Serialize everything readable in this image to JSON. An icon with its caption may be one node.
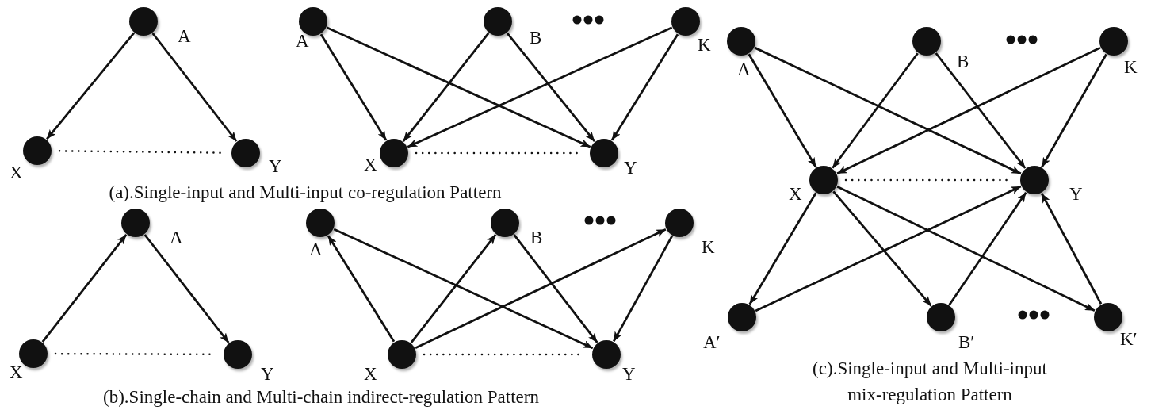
{
  "diagram": {
    "nodes": [
      {
        "text": [],
        "shape": "circle",
        "beside": [
          "A"
        ]
      },
      {
        "text": [],
        "shape": "circle",
        "beside": [
          "X"
        ]
      },
      {
        "text": [],
        "shape": "circle",
        "beside": [
          "Y"
        ]
      },
      {
        "text": [],
        "shape": "circle",
        "beside": [
          "A"
        ]
      },
      {
        "text": [],
        "shape": "circle",
        "beside": [
          "B"
        ]
      },
      {
        "text": [],
        "shape": "circle",
        "beside": [
          "K"
        ]
      },
      {
        "text": [],
        "shape": "circle",
        "beside": [
          "X"
        ]
      },
      {
        "text": [],
        "shape": "circle",
        "beside": [
          "Y"
        ]
      },
      {
        "text": [],
        "shape": "circle",
        "beside": [
          "A"
        ]
      },
      {
        "text": [],
        "shape": "circle",
        "beside": [
          "X"
        ]
      },
      {
        "text": [],
        "shape": "circle",
        "beside": [
          "Y"
        ]
      },
      {
        "text": [],
        "shape": "circle",
        "beside": [
          "A"
        ]
      },
      {
        "text": [],
        "shape": "circle",
        "beside": [
          "B"
        ]
      },
      {
        "text": [],
        "shape": "circle",
        "beside": [
          "K"
        ]
      },
      {
        "text": [],
        "shape": "circle",
        "beside": [
          "X"
        ]
      },
      {
        "text": [],
        "shape": "circle",
        "beside": [
          "Y"
        ]
      },
      {
        "text": [],
        "shape": "circle",
        "beside": [
          "A"
        ]
      },
      {
        "text": [],
        "shape": "circle",
        "beside": [
          "B"
        ]
      },
      {
        "text": [],
        "shape": "circle",
        "beside": [
          "K"
        ]
      },
      {
        "text": [],
        "shape": "circle",
        "beside": [
          "X"
        ]
      },
      {
        "text": [],
        "shape": "circle",
        "beside": [
          "Y"
        ]
      },
      {
        "text": [],
        "shape": "circle",
        "beside": [
          "A′"
        ]
      },
      {
        "text": [],
        "shape": "circle",
        "beside": [
          "B′"
        ]
      },
      {
        "text": [],
        "shape": "circle",
        "beside": [
          "K′"
        ]
      }
    ],
    "edges": [
      {
        "from": 0,
        "to": 1,
        "arrow": "to"
      },
      {
        "from": 0,
        "to": 2,
        "arrow": "to"
      },
      {
        "from": 1,
        "to": 2,
        "arrow": "none",
        "style": "dashed"
      },
      {
        "from": 3,
        "to": 6,
        "arrow": "to"
      },
      {
        "from": 3,
        "to": 7,
        "arrow": "to"
      },
      {
        "from": 4,
        "to": 6,
        "arrow": "to"
      },
      {
        "from": 4,
        "to": 7,
        "arrow": "to"
      },
      {
        "from": 5,
        "to": 6,
        "arrow": "to"
      },
      {
        "from": 5,
        "to": 7,
        "arrow": "to"
      },
      {
        "from": 6,
        "to": 7,
        "arrow": "none",
        "style": "dashed"
      },
      {
        "from": 9,
        "to": 8,
        "arrow": "to"
      },
      {
        "from": 8,
        "to": 10,
        "arrow": "to"
      },
      {
        "from": 9,
        "to": 10,
        "arrow": "none",
        "style": "dashed"
      },
      {
        "from": 14,
        "to": 11,
        "arrow": "to"
      },
      {
        "from": 14,
        "to": 12,
        "arrow": "to"
      },
      {
        "from": 14,
        "to": 13,
        "arrow": "to"
      },
      {
        "from": 11,
        "to": 15,
        "arrow": "to"
      },
      {
        "from": 12,
        "to": 15,
        "arrow": "to"
      },
      {
        "from": 13,
        "to": 15,
        "arrow": "to"
      },
      {
        "from": 14,
        "to": 15,
        "arrow": "none",
        "style": "dashed"
      },
      {
        "from": 16,
        "to": 19,
        "arrow": "to"
      },
      {
        "from": 16,
        "to": 20,
        "arrow": "to"
      },
      {
        "from": 17,
        "to": 19,
        "arrow": "to"
      },
      {
        "from": 17,
        "to": 20,
        "arrow": "to"
      },
      {
        "from": 18,
        "to": 19,
        "arrow": "to"
      },
      {
        "from": 18,
        "to": 20,
        "arrow": "to"
      },
      {
        "from": 19,
        "to": 21,
        "arrow": "to"
      },
      {
        "from": 19,
        "to": 22,
        "arrow": "to"
      },
      {
        "from": 19,
        "to": 23,
        "arrow": "to"
      },
      {
        "from": 21,
        "to": 20,
        "arrow": "to"
      },
      {
        "from": 22,
        "to": 20,
        "arrow": "to"
      },
      {
        "from": 23,
        "to": 20,
        "arrow": "to"
      },
      {
        "from": 19,
        "to": 20,
        "arrow": "none",
        "style": "dashed"
      }
    ],
    "labels": [
      "(a).Single-input and Multi-input co-regulation Pattern",
      "(b).Single-chain and Multi-chain indirect-regulation Pattern",
      "(c).Single-input and Multi-input mix-regulation Pattern"
    ]
  }
}
